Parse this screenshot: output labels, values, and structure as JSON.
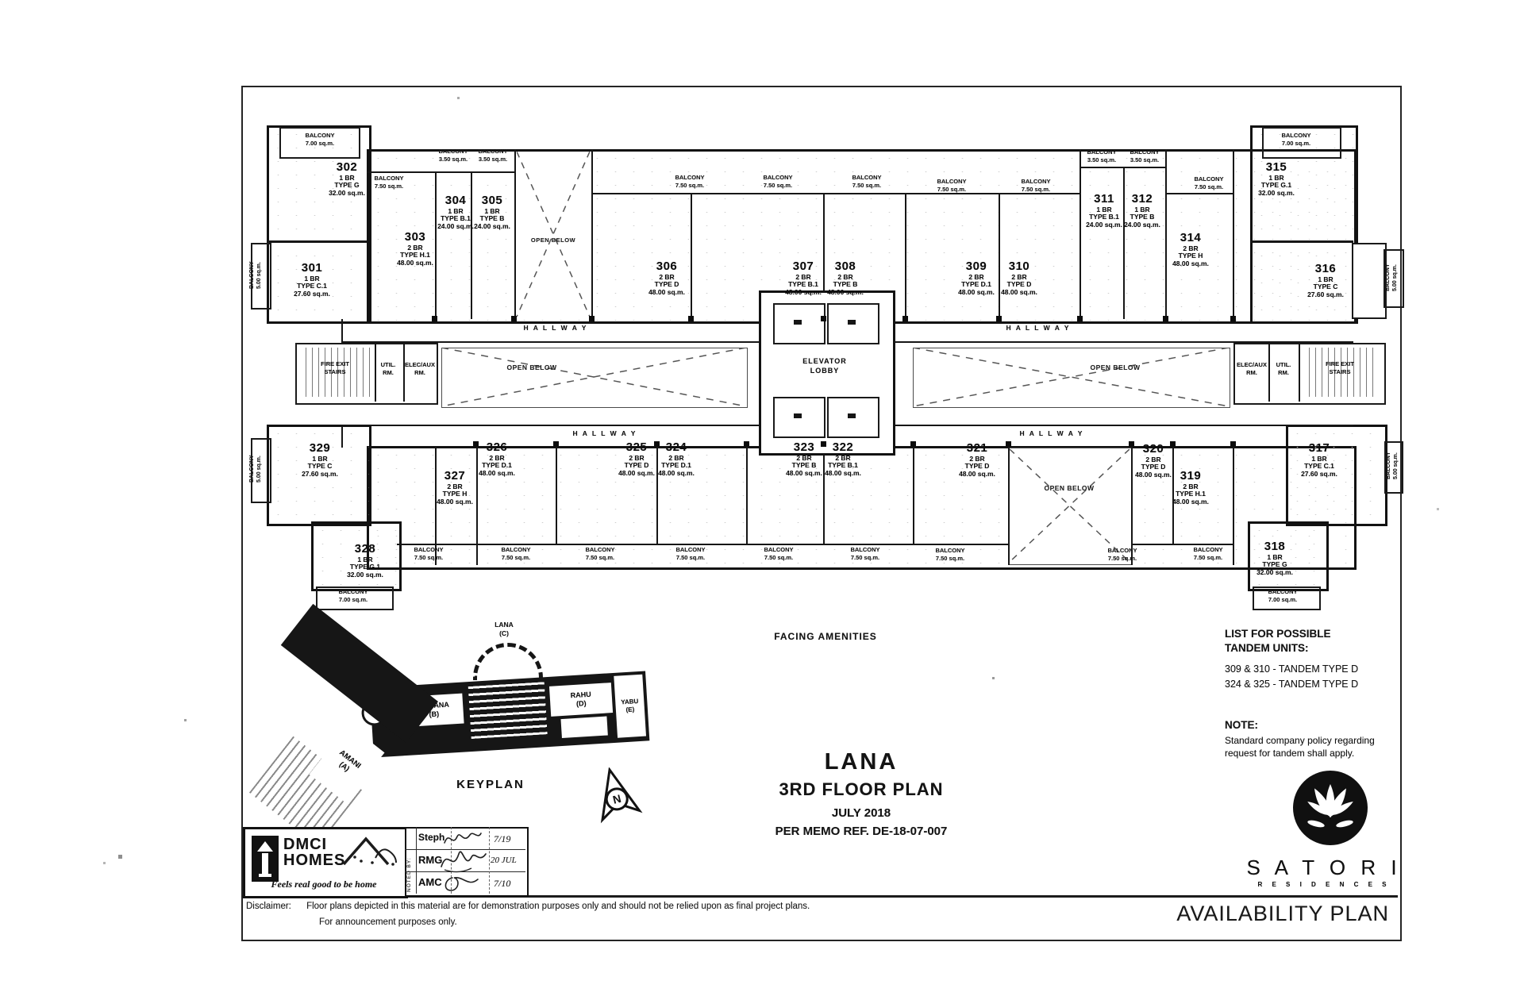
{
  "title_block": {
    "building": "LANA",
    "floor": "3RD FLOOR PLAN",
    "date": "JULY 2018",
    "memo": "PER MEMO REF. DE-18-07-007"
  },
  "tandem": {
    "heading1": "LIST FOR POSSIBLE",
    "heading2": "TANDEM UNITS:",
    "item1": "309 & 310 - TANDEM TYPE D",
    "item2": "324 & 325 - TANDEM TYPE D"
  },
  "note": {
    "heading": "NOTE:",
    "line1": "Standard company policy regarding",
    "line2": "request for tandem shall apply."
  },
  "branding": {
    "satori": "S A T O R I",
    "residences": "R E S I D E N C E S",
    "availability": "AVAILABILITY PLAN",
    "dmci1": "DMCI",
    "dmci2": "HOMES",
    "tagline": "Feels real good to be home"
  },
  "signoff": {
    "noted_by": "NOTED BY:",
    "rows": [
      {
        "name": "Steph",
        "date": "7/19"
      },
      {
        "name": "RMG",
        "date": "20 JUL"
      },
      {
        "name": "AMC",
        "date": "7/10"
      }
    ]
  },
  "disclaimer": {
    "label": "Disclaimer:",
    "line1": "Floor plans depicted in this material are for demonstration purposes only and should not be relied upon as final project plans.",
    "line2": "For announcement purposes only."
  },
  "keyplan": {
    "label": "KEYPLAN",
    "north": "N",
    "wings": {
      "lana": {
        "name": "LANA",
        "code": "(C)"
      },
      "hagana": {
        "name": "HAGANA",
        "code": "(B)"
      },
      "rahu": {
        "name": "RAHU",
        "code": "(D)"
      },
      "yabu": {
        "name": "YABU",
        "code": "(E)"
      },
      "amani": {
        "name": "AMANI",
        "code": "(A)"
      }
    }
  },
  "plan": {
    "hallway": "H A L L W A Y",
    "open_below": "OPEN BELOW",
    "elevator1": "ELEVATOR",
    "elevator2": "LOBBY",
    "fire1": "FIRE EXIT",
    "fire2": "STAIRS",
    "util1": "UTIL.",
    "util2": "RM.",
    "elec1": "ELEC/AUX",
    "elec2": "RM.",
    "facing": "FACING AMENITIES",
    "balcony": "BALCONY",
    "balcony_areas": [
      "7.00 sq.m.",
      "7.50 sq.m.",
      "3.50 sq.m.",
      "3.50 sq.m.",
      "7.50 sq.m.",
      "7.50 sq.m.",
      "7.50 sq.m.",
      "7.50 sq.m.",
      "7.50 sq.m.",
      "3.50 sq.m.",
      "3.50 sq.m.",
      "7.50 sq.m.",
      "7.00 sq.m.",
      "5.00 sq.m.",
      "5.00 sq.m.",
      "5.00 sq.m.",
      "7.00 sq.m.",
      "7.50 sq.m.",
      "7.50 sq.m.",
      "7.50 sq.m.",
      "7.50 sq.m.",
      "7.50 sq.m.",
      "7.50 sq.m.",
      "7.50 sq.m.",
      "7.50 sq.m.",
      "7.50 sq.m.",
      "7.00 sq.m.",
      "5.00 sq.m."
    ]
  },
  "units": [
    {
      "no": "301",
      "br": "1 BR",
      "type": "TYPE C.1",
      "area": "27.60 sq.m."
    },
    {
      "no": "302",
      "br": "1 BR",
      "type": "TYPE G",
      "area": "32.00 sq.m."
    },
    {
      "no": "303",
      "br": "2 BR",
      "type": "TYPE H.1",
      "area": "48.00 sq.m."
    },
    {
      "no": "304",
      "br": "1 BR",
      "type": "TYPE B.1",
      "area": "24.00 sq.m."
    },
    {
      "no": "305",
      "br": "1 BR",
      "type": "TYPE B",
      "area": "24.00 sq.m."
    },
    {
      "no": "306",
      "br": "2 BR",
      "type": "TYPE D",
      "area": "48.00 sq.m."
    },
    {
      "no": "307",
      "br": "2 BR",
      "type": "TYPE B.1",
      "area": "48.00 sq.m."
    },
    {
      "no": "308",
      "br": "2 BR",
      "type": "TYPE B",
      "area": "48.00 sq.m."
    },
    {
      "no": "309",
      "br": "2 BR",
      "type": "TYPE D.1",
      "area": "48.00 sq.m."
    },
    {
      "no": "310",
      "br": "2 BR",
      "type": "TYPE D",
      "area": "48.00 sq.m."
    },
    {
      "no": "311",
      "br": "1 BR",
      "type": "TYPE B.1",
      "area": "24.00 sq.m."
    },
    {
      "no": "312",
      "br": "1 BR",
      "type": "TYPE B",
      "area": "24.00 sq.m."
    },
    {
      "no": "314",
      "br": "2 BR",
      "type": "TYPE H",
      "area": "48.00 sq.m."
    },
    {
      "no": "315",
      "br": "1 BR",
      "type": "TYPE G.1",
      "area": "32.00 sq.m."
    },
    {
      "no": "316",
      "br": "1 BR",
      "type": "TYPE C",
      "area": "27.60 sq.m."
    },
    {
      "no": "317",
      "br": "1 BR",
      "type": "TYPE C.1",
      "area": "27.60 sq.m."
    },
    {
      "no": "318",
      "br": "1 BR",
      "type": "TYPE G",
      "area": "32.00 sq.m."
    },
    {
      "no": "319",
      "br": "2 BR",
      "type": "TYPE H.1",
      "area": "48.00 sq.m."
    },
    {
      "no": "320",
      "br": "2 BR",
      "type": "TYPE D",
      "area": "48.00 sq.m."
    },
    {
      "no": "321",
      "br": "2 BR",
      "type": "TYPE D",
      "area": "48.00 sq.m."
    },
    {
      "no": "322",
      "br": "2 BR",
      "type": "TYPE B.1",
      "area": "48.00 sq.m."
    },
    {
      "no": "323",
      "br": "2 BR",
      "type": "TYPE B",
      "area": "48.00 sq.m."
    },
    {
      "no": "324",
      "br": "2 BR",
      "type": "TYPE D.1",
      "area": "48.00 sq.m."
    },
    {
      "no": "325",
      "br": "2 BR",
      "type": "TYPE D",
      "area": "48.00 sq.m."
    },
    {
      "no": "326",
      "br": "2 BR",
      "type": "TYPE D.1",
      "area": "48.00 sq.m."
    },
    {
      "no": "327",
      "br": "2 BR",
      "type": "TYPE H",
      "area": "48.00 sq.m."
    },
    {
      "no": "328",
      "br": "1 BR",
      "type": "TYPE G.1",
      "area": "32.00 sq.m."
    },
    {
      "no": "329",
      "br": "1 BR",
      "type": "TYPE C",
      "area": "27.60 sq.m."
    }
  ],
  "colors": {
    "ink": "#141414",
    "paper": "#ffffff"
  }
}
